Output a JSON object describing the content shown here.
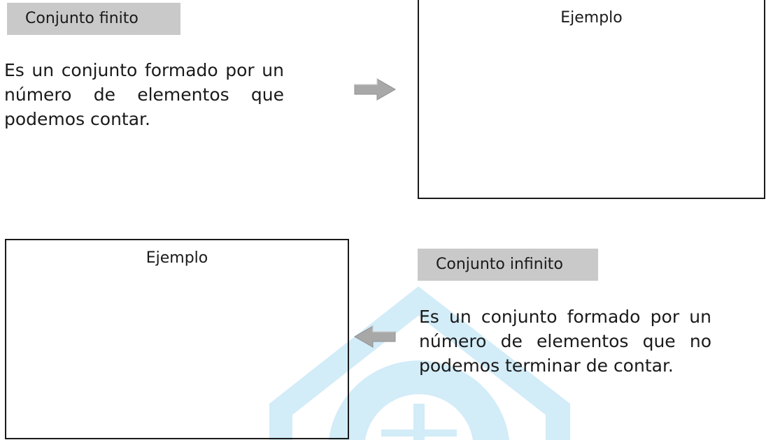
{
  "finite": {
    "label": "Conjunto finito",
    "definition": "Es un conjunto formado por un número de elementos que podemos contar.",
    "example_title": "Ejemplo"
  },
  "infinite": {
    "label": "Conjunto infinito",
    "definition": "Es un conjunto formado por un número de elementos que no podemos terminar de contar.",
    "example_title": "Ejemplo"
  },
  "icons": {
    "arrow_right": "arrow-right-icon",
    "arrow_left": "arrow-left-icon",
    "watermark": "watermark-logo"
  },
  "colors": {
    "label_background": "#c9c9c9",
    "arrow_fill": "#a8a8a8",
    "watermark": "#d2ecf8",
    "box_border": "#1a1a1a"
  }
}
